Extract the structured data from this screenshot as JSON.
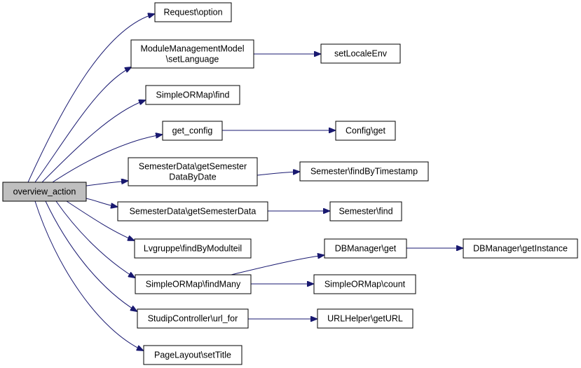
{
  "graph": {
    "edge_color": "#191970",
    "root_fill": "#bfbfbf",
    "nodes": {
      "overview_action": [
        "overview_action"
      ],
      "request_option": [
        "Request\\option"
      ],
      "module_set_language": [
        "ModuleManagementModel",
        "\\setLanguage"
      ],
      "set_locale_env": [
        "setLocaleEnv"
      ],
      "simpleormap_find": [
        "SimpleORMap\\find"
      ],
      "get_config": [
        "get_config"
      ],
      "config_get": [
        "Config\\get"
      ],
      "semester_by_date": [
        "SemesterData\\getSemester",
        "DataByDate"
      ],
      "semester_find_by_timestamp": [
        "Semester\\findByTimestamp"
      ],
      "semester_data": [
        "SemesterData\\getSemesterData"
      ],
      "semester_find": [
        "Semester\\find"
      ],
      "lvgruppe_find": [
        "Lvgruppe\\findByModulteil"
      ],
      "dbmanager_get": [
        "DBManager\\get"
      ],
      "dbmanager_instance": [
        "DBManager\\getInstance"
      ],
      "simpleormap_findmany": [
        "SimpleORMap\\findMany"
      ],
      "simpleormap_count": [
        "SimpleORMap\\count"
      ],
      "studip_url_for": [
        "StudipController\\url_for"
      ],
      "urlhelper_geturl": [
        "URLHelper\\getURL"
      ],
      "pagelayout_settitle": [
        "PageLayout\\setTitle"
      ]
    }
  }
}
